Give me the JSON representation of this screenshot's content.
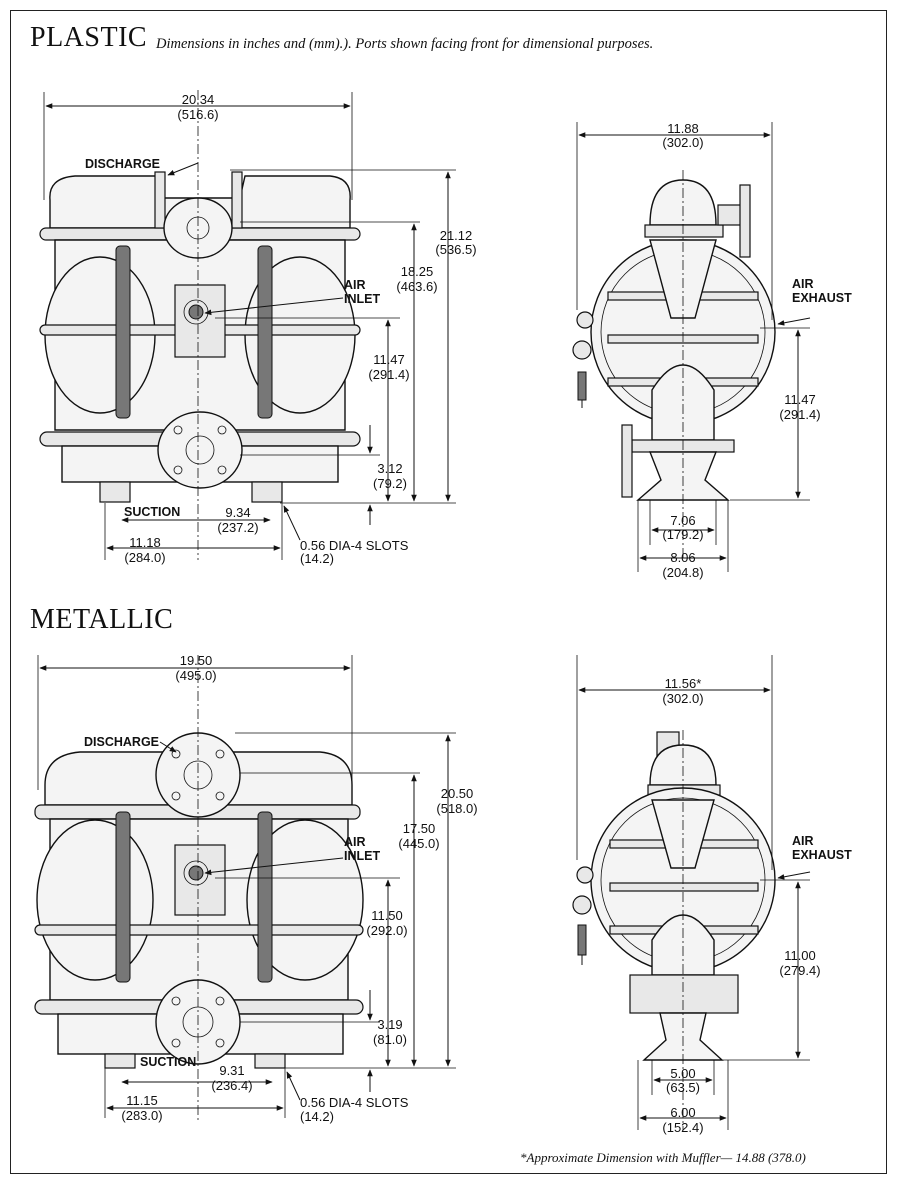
{
  "header": {
    "title_plastic": "PLASTIC",
    "subtitle": "Dimensions in inches and (mm).). Ports shown facing front for dimensional purposes.",
    "title_metallic": "METALLIC"
  },
  "plastic_front": {
    "width_in": "20.34",
    "width_mm": "(516.6)",
    "height_total_in": "21.12",
    "height_total_mm": "(536.5)",
    "height_discharge_in": "18.25",
    "height_discharge_mm": "(463.6)",
    "height_air_in": "11.47",
    "height_air_mm": "(291.4)",
    "height_suction_in": "3.12",
    "height_suction_mm": "(79.2)",
    "slot_span_in": "9.34",
    "slot_span_mm": "(237.2)",
    "base_width_in": "11.18",
    "base_width_mm": "(284.0)",
    "slots_in": "0.56 DIA-4 SLOTS",
    "slots_mm": "(14.2)",
    "label_discharge": "DISCHARGE",
    "label_air": "AIR",
    "label_inlet": "INLET",
    "label_suction": "SUCTION"
  },
  "plastic_side": {
    "width_in": "11.88",
    "width_mm": "(302.0)",
    "height_in": "11.47",
    "height_mm": "(291.4)",
    "base_inner_in": "7.06",
    "base_inner_mm": "(179.2)",
    "base_outer_in": "8.06",
    "base_outer_mm": "(204.8)",
    "label_air": "AIR",
    "label_exhaust": "EXHAUST"
  },
  "metallic_front": {
    "width_in": "19.50",
    "width_mm": "(495.0)",
    "height_total_in": "20.50",
    "height_total_mm": "(518.0)",
    "height_discharge_in": "17.50",
    "height_discharge_mm": "(445.0)",
    "height_air_in": "11.50",
    "height_air_mm": "(292.0)",
    "height_suction_in": "3.19",
    "height_suction_mm": "(81.0)",
    "slot_span_in": "9.31",
    "slot_span_mm": "(236.4)",
    "base_width_in": "11.15",
    "base_width_mm": "(283.0)",
    "slots_in": "0.56 DIA-4 SLOTS",
    "slots_mm": "(14.2)",
    "label_discharge": "DISCHARGE",
    "label_air": "AIR",
    "label_inlet": "INLET",
    "label_suction": "SUCTION"
  },
  "metallic_side": {
    "width_in": "11.56*",
    "width_mm": "(302.0)",
    "height_in": "11.00",
    "height_mm": "(279.4)",
    "base_inner_in": "5.00",
    "base_inner_mm": "(63.5)",
    "base_outer_in": "6.00",
    "base_outer_mm": "(152.4)",
    "label_air": "AIR",
    "label_exhaust": "EXHAUST"
  },
  "footnote": "*Approximate Dimension with Muffler— 14.88 (378.0)"
}
